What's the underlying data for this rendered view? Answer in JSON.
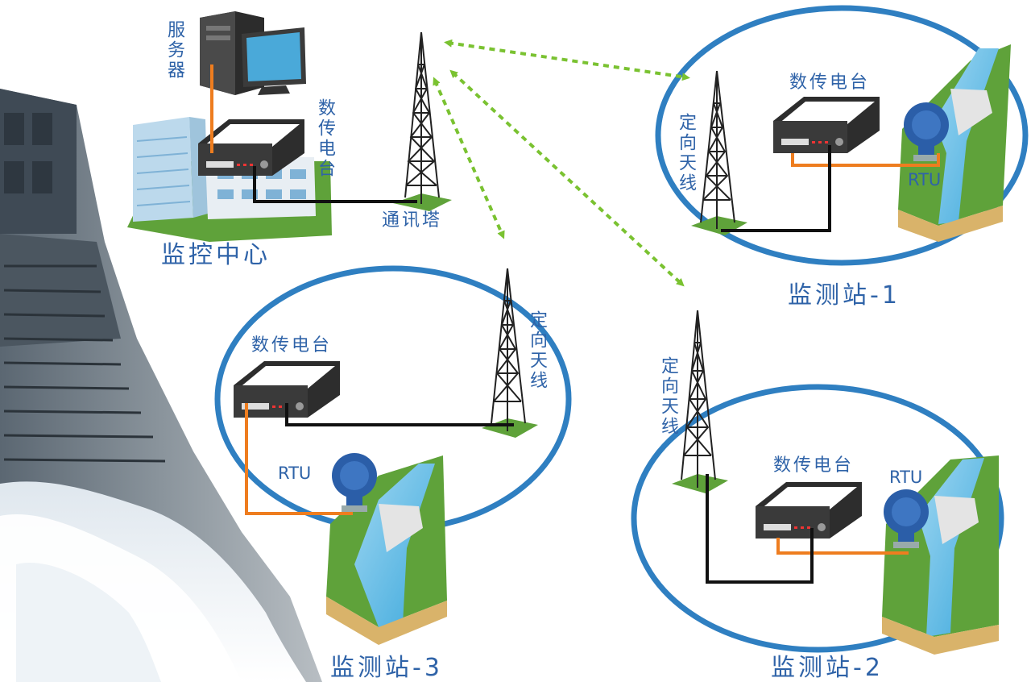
{
  "center": {
    "title": "监控中心",
    "server_label": "服务器",
    "radio_label": "数传电台",
    "tower_label": "通讯塔"
  },
  "stations": [
    {
      "title": "监测站-1",
      "radio_label": "数传电台",
      "antenna_label": "定向天线",
      "rtu_label": "RTU"
    },
    {
      "title": "监测站-2",
      "radio_label": "数传电台",
      "antenna_label": "定向天线",
      "rtu_label": "RTU"
    },
    {
      "title": "监测站-3",
      "radio_label": "数传电台",
      "antenna_label": "定向天线",
      "rtu_label": "RTU"
    }
  ],
  "colors": {
    "ellipse": "#2f7fc1",
    "label": "#2f63a8",
    "wireless_link": "#7ac231",
    "orange_cable": "#ee7d1f",
    "black_cable": "#111111"
  }
}
